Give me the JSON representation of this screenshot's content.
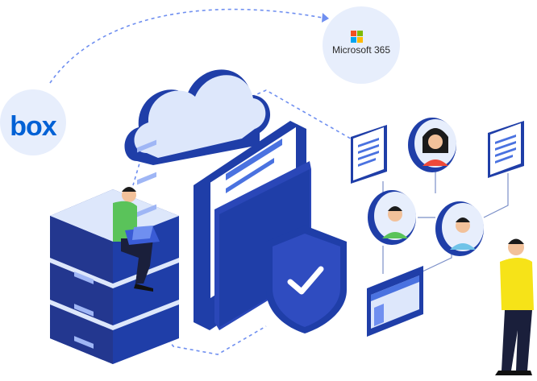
{
  "integrations": {
    "box_logo": "box",
    "microsoft_label": "Microsoft 365"
  },
  "colors": {
    "primary_blue": "#1f3ea8",
    "light_blue": "#dde7fb",
    "accent_blue": "#4a72e0",
    "dash_blue": "#6f8ff0",
    "badge_bg": "#e7eefc",
    "green": "#5ac35a",
    "red": "#ee4a3a",
    "cyan": "#6fc3e8",
    "yellow": "#f6e318",
    "skin": "#f2c19a",
    "ms_red": "#f25022",
    "ms_green": "#7fba00",
    "ms_blue": "#00a4ef",
    "ms_yellow": "#ffb900"
  },
  "icons": {
    "box": "box-logo",
    "microsoft": "microsoft-logo",
    "cloud": "cloud-icon",
    "server": "server-stack-icon",
    "folder": "folder-icon",
    "shield": "shield-check-icon",
    "document": "document-icon",
    "user": "user-avatar-icon",
    "window": "browser-window-icon"
  }
}
